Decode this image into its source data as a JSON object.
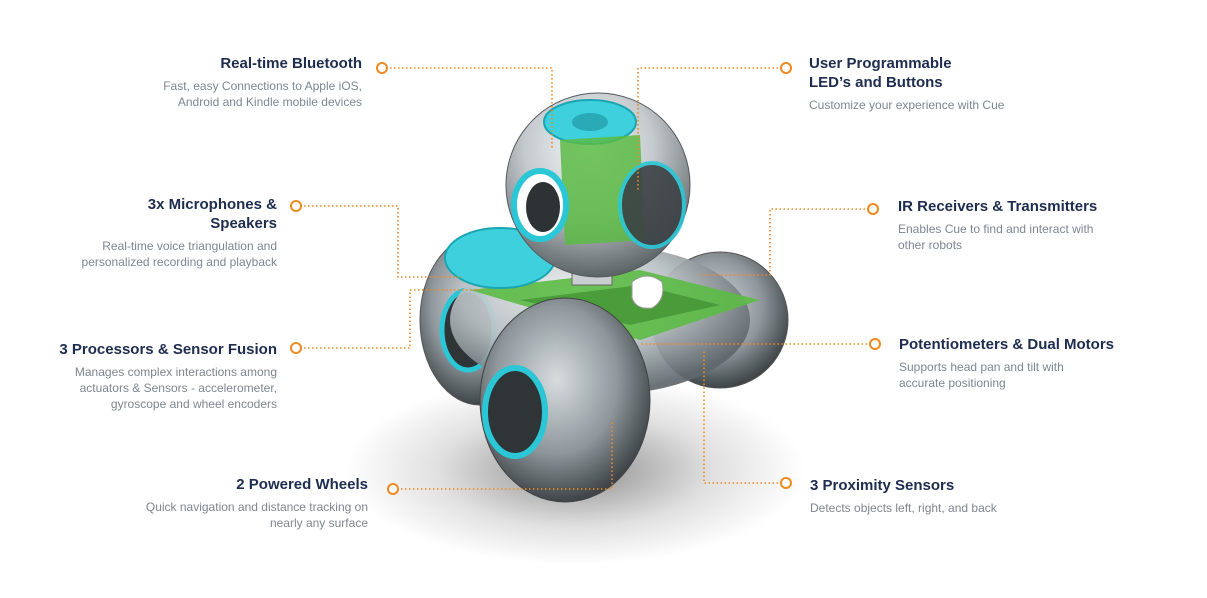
{
  "accent_color": "#ee8a1f",
  "title_color": "#1d2c4f",
  "desc_color": "#7d8691",
  "features": {
    "bluetooth": {
      "title": "Real-time Bluetooth",
      "desc": "Fast, easy Connections to Apple iOS,\nAndroid and Kindle mobile devices"
    },
    "leds": {
      "title": "User Programmable\nLED’s and Buttons",
      "desc": "Customize your experience with Cue"
    },
    "microphones": {
      "title": "3x Microphones &\nSpeakers",
      "desc": "Real-time voice triangulation and\npersonalized recording and playback"
    },
    "ir": {
      "title": "IR Receivers & Transmitters",
      "desc": "Enables Cue to find and interact with\nother robots"
    },
    "processors": {
      "title": "3 Processors & Sensor Fusion",
      "desc": "Manages complex interactions among\nactuators & Sensors - accelerometer,\ngyroscope and wheel encoders"
    },
    "motors": {
      "title": "Potentiometers & Dual Motors",
      "desc": "Supports head pan and tilt with\naccurate positioning"
    },
    "wheels": {
      "title": "2 Powered Wheels",
      "desc": "Quick navigation and distance tracking on\nnearly any surface"
    },
    "proximity": {
      "title": "3 Proximity Sensors",
      "desc": "Detects objects left, right, and back"
    }
  }
}
